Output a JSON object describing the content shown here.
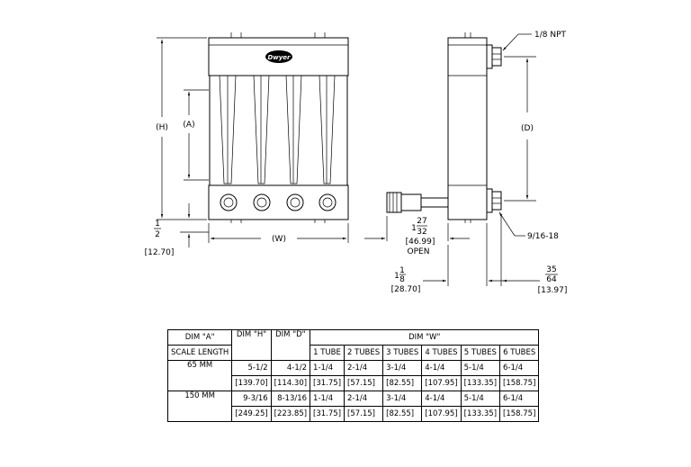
{
  "labels": {
    "dim_h": "(H)",
    "dim_a": "(A)",
    "dim_w": "(W)",
    "dim_d": "(D)",
    "half_top": "1",
    "half_bot": "2",
    "half_mm": "[12.70]",
    "npt": "1/8 NPT",
    "thread": "9/16-18",
    "open_top": "27",
    "open_left": "1",
    "open_bot": "32",
    "open_mm": "[46.99]",
    "open_text": "OPEN",
    "depth_top": "1",
    "depth_bot": "8",
    "depth_left": "1",
    "depth_mm": "[28.70]",
    "port_top": "35",
    "port_bot": "64",
    "port_mm": "[13.97]",
    "logo": "Dwyer"
  },
  "table": {
    "h_dim_a": "DIM \"A\"",
    "h_scale": "SCALE LENGTH",
    "h_dim_h": "DIM \"H\"",
    "h_dim_d": "DIM \"D\"",
    "h_dim_w": "DIM \"W\"",
    "tubes": [
      "1 TUBE",
      "2 TUBES",
      "3 TUBES",
      "4 TUBES",
      "5 TUBES",
      "6 TUBES"
    ],
    "rows": [
      {
        "scale": "65 MM",
        "h_in": "5-1/2",
        "h_mm": "[139.70]",
        "d_in": "4-1/2",
        "d_mm": "[114.30]",
        "w_in": [
          "1-1/4",
          "2-1/4",
          "3-1/4",
          "4-1/4",
          "5-1/4",
          "6-1/4"
        ],
        "w_mm": [
          "[31.75]",
          "[57.15]",
          "[82.55]",
          "[107.95]",
          "[133.35]",
          "[158.75]"
        ]
      },
      {
        "scale": "150 MM",
        "h_in": "9-3/16",
        "h_mm": "[249.25]",
        "d_in": "8-13/16",
        "d_mm": "[223.85]",
        "w_in": [
          "1-1/4",
          "2-1/4",
          "3-1/4",
          "4-1/4",
          "5-1/4",
          "6-1/4"
        ],
        "w_mm": [
          "[31.75]",
          "[57.15]",
          "[82.55]",
          "[107.95]",
          "[133.35]",
          "[158.75]"
        ]
      }
    ]
  }
}
